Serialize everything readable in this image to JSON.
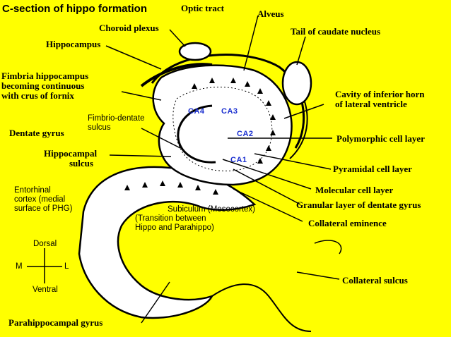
{
  "title": "C-section of hippo formation",
  "labels": {
    "optic_tract": "Optic tract",
    "alveus": "Alveus",
    "choroid_plexus": "Choroid plexus",
    "tail_caudate": "Tail of caudate nucleus",
    "hippocampus": "Hippocampus",
    "fimbria": [
      "Fimbria hippocampus",
      "becoming continuous",
      "with crus of fornix"
    ],
    "cavity": [
      "Cavity of inferior horn",
      "of lateral ventricle"
    ],
    "fimbrio_dentate": [
      "Fimbrio-dentate",
      "sulcus"
    ],
    "dentate_gyrus": "Dentate gyrus",
    "polymorphic": "Polymorphic cell layer",
    "hippocampal_sulcus": [
      "Hippocampal",
      "sulcus"
    ],
    "pyramidal": "Pyramidal cell layer",
    "molecular": "Molecular cell layer",
    "entorhinal": [
      "Entorhinal",
      "cortex (medial",
      "surface of PHG)"
    ],
    "granular": "Granular layer of dentate gyrus",
    "subiculum": [
      "Subiculum (Mesocortex)",
      "(Transition between",
      "Hippo and Parahippo)"
    ],
    "collateral_eminence": "Collateral eminence",
    "collateral_sulcus": "Collateral sulcus",
    "parahippocampal": "Parahippocampal gyrus"
  },
  "ca_fields": {
    "ca4": "CA4",
    "ca3": "CA3",
    "ca2": "CA2",
    "ca1": "CA1"
  },
  "orientation": {
    "dorsal": "Dorsal",
    "ventral": "Ventral",
    "medial": "M",
    "lateral": "L"
  },
  "colors": {
    "background": "#ffff00",
    "ink": "#000000",
    "ca_labels": "#1a2fd0",
    "tissue": "#ffffff"
  }
}
